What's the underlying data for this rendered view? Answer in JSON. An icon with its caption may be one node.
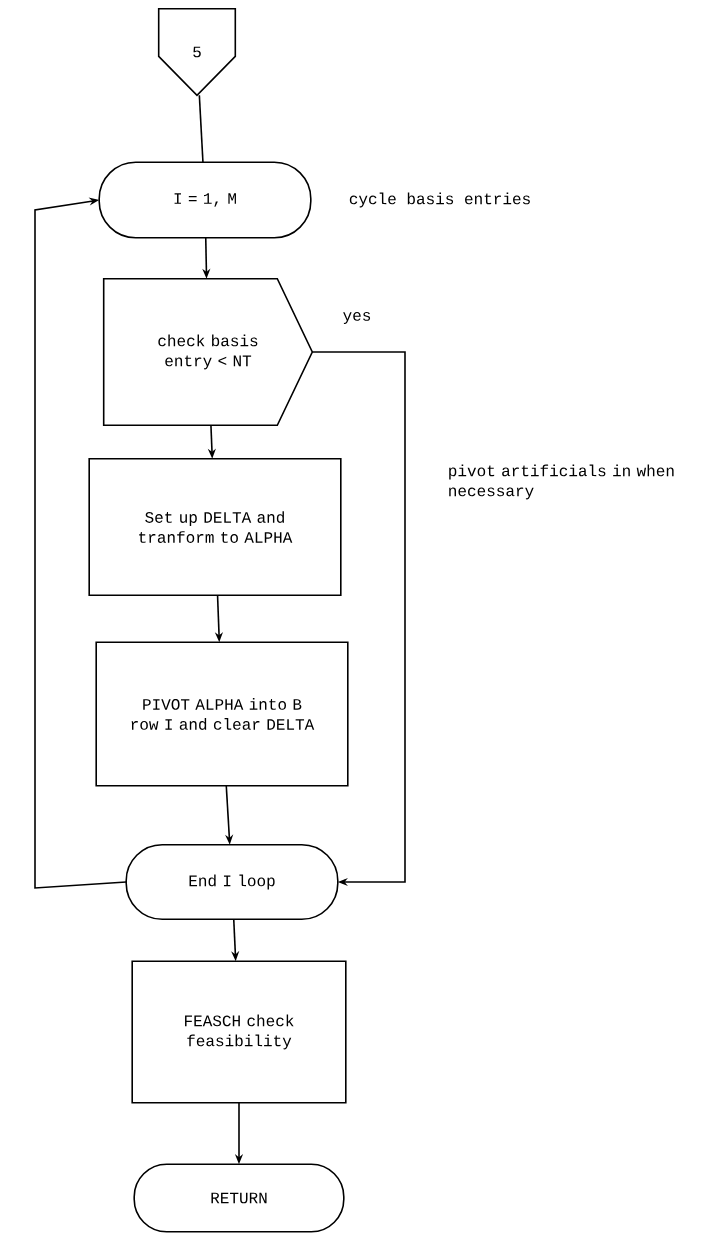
{
  "diagram": {
    "nodes": [
      {
        "text": [
          "5"
        ]
      },
      {
        "text": [
          "I = 1, M"
        ],
        "beside": [
          "cycle basis entries"
        ]
      },
      {
        "text": [
          "check basis entry < NT"
        ]
      },
      {
        "text": [
          "Set up DELTA and tranform to ALPHA"
        ]
      },
      {
        "text": [
          "PIVOT ALPHA into B row I and clear DELTA"
        ]
      },
      {
        "text": [
          "End I loop"
        ]
      },
      {
        "text": [
          "FEASCH check feasibility"
        ]
      },
      {
        "text": [
          "RETURN"
        ]
      }
    ],
    "edges": [
      {
        "from": 0,
        "to": 1,
        "arrow": "none"
      },
      {
        "from": 1,
        "to": 2,
        "arrow": "to"
      },
      {
        "from": 2,
        "to": 3,
        "arrow": "to"
      },
      {
        "from": 3,
        "to": 4,
        "arrow": "to"
      },
      {
        "from": 4,
        "to": 5,
        "arrow": "to"
      },
      {
        "from": 5,
        "to": 6,
        "arrow": "to"
      },
      {
        "from": 6,
        "to": 7,
        "arrow": "to"
      },
      {
        "from": 5,
        "to": 1,
        "arrow": "to"
      },
      {
        "from": 2,
        "to": 5,
        "arrow": "to",
        "label": "yes"
      }
    ],
    "labels": [
      "pivot artificials in when necessary"
    ]
  }
}
